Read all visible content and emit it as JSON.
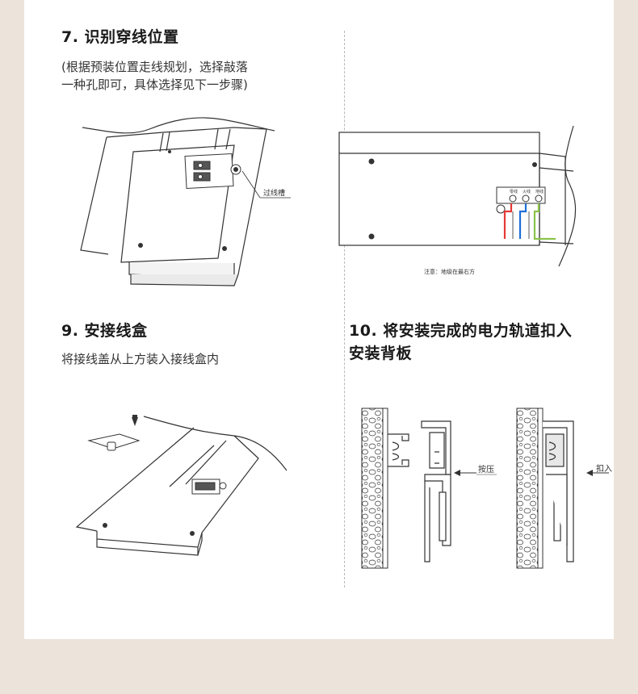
{
  "step7": {
    "title": "7. 识别穿线位置",
    "desc_line1": "(根据预装位置走线规划，选择敲落",
    "desc_line2": "一种孔即可，具体选择见下一步骤)",
    "callout": "过线槽"
  },
  "step8": {
    "note": "注意：地级在最右方",
    "terminal_labels": [
      "零线",
      "火线",
      "地线"
    ]
  },
  "step9": {
    "title": "9. 安接线盒",
    "desc": "将接线盖从上方装入接线盒内"
  },
  "step10": {
    "title_line1": "10. 将安装完成的电力轨道扣入",
    "title_line2": "安装背板",
    "label_press": "按压",
    "label_snap": "扣入"
  },
  "colors": {
    "background": "#ece3da",
    "panel": "#ffffff",
    "wire_red": "#e53935",
    "wire_blue": "#1e6fd9",
    "wire_green": "#8bc34a"
  }
}
